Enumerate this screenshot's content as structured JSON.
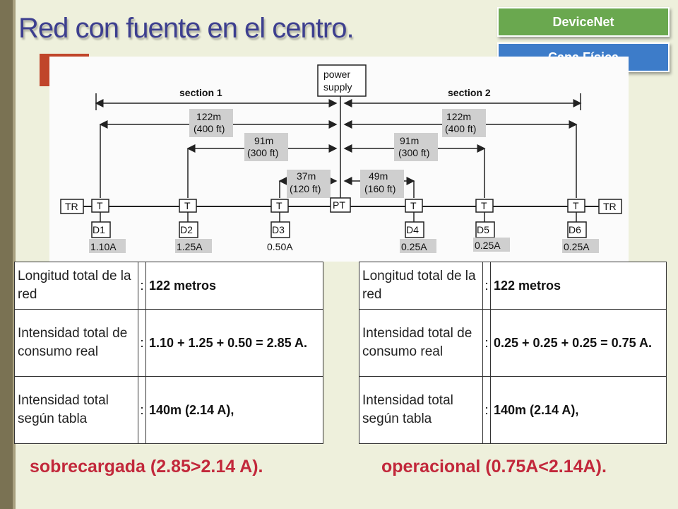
{
  "title": "Red con fuente en el centro.",
  "tags": {
    "primary": "DeviceNet",
    "secondary": "Capa Física"
  },
  "diagram": {
    "power_supply": [
      "power",
      "supply"
    ],
    "section1": "section 1",
    "section2": "section 2",
    "distances": {
      "left122": [
        "122m",
        "(400 ft)"
      ],
      "left91": [
        "91m",
        "(300 ft)"
      ],
      "left37": [
        "37m",
        "(120 ft)"
      ],
      "right122": [
        "122m",
        "(400 ft)"
      ],
      "right91": [
        "91m",
        "(300 ft)"
      ],
      "right49": [
        "49m",
        "(160 ft)"
      ]
    },
    "terminator": "TR",
    "tap": "T",
    "pt": "PT",
    "devices": [
      {
        "name": "D1",
        "current": "1.10A"
      },
      {
        "name": "D2",
        "current": "1.25A"
      },
      {
        "name": "D3",
        "current": "0.50A"
      },
      {
        "name": "D4",
        "current": "0.25A"
      },
      {
        "name": "D5",
        "current": "0.25A"
      },
      {
        "name": "D6",
        "current": "0.25A"
      }
    ]
  },
  "tables": {
    "left": {
      "rows": [
        {
          "label": "Longitud total de la red",
          "sep": ":",
          "value": "122 metros"
        },
        {
          "label": "Intensidad total de consumo real",
          "sep": ":",
          "value": " 1.10 + 1.25 + 0.50 = 2.85 A."
        },
        {
          "label": "Intensidad total según tabla",
          "sep": ":",
          "value": " 140m (2.14 A),"
        }
      ]
    },
    "right": {
      "rows": [
        {
          "label": "Longitud total de la red",
          "sep": ":",
          "value": "122 metros"
        },
        {
          "label": "Intensidad total de consumo real",
          "sep": ":",
          "value": " 0.25 + 0.25 + 0.25 = 0.75 A."
        },
        {
          "label": "Intensidad total según tabla",
          "sep": ":",
          "value": " 140m (2.14 A),"
        }
      ]
    }
  },
  "verdicts": {
    "left": "sobrecargada (2.85>2.14 A).",
    "right": "operacional (0.75A<2.14A)."
  },
  "colors": {
    "title": "#3d3f8f",
    "verdict": "#c2283b",
    "tag_green": "#6aa84f",
    "tag_blue": "#3d7cc9"
  }
}
